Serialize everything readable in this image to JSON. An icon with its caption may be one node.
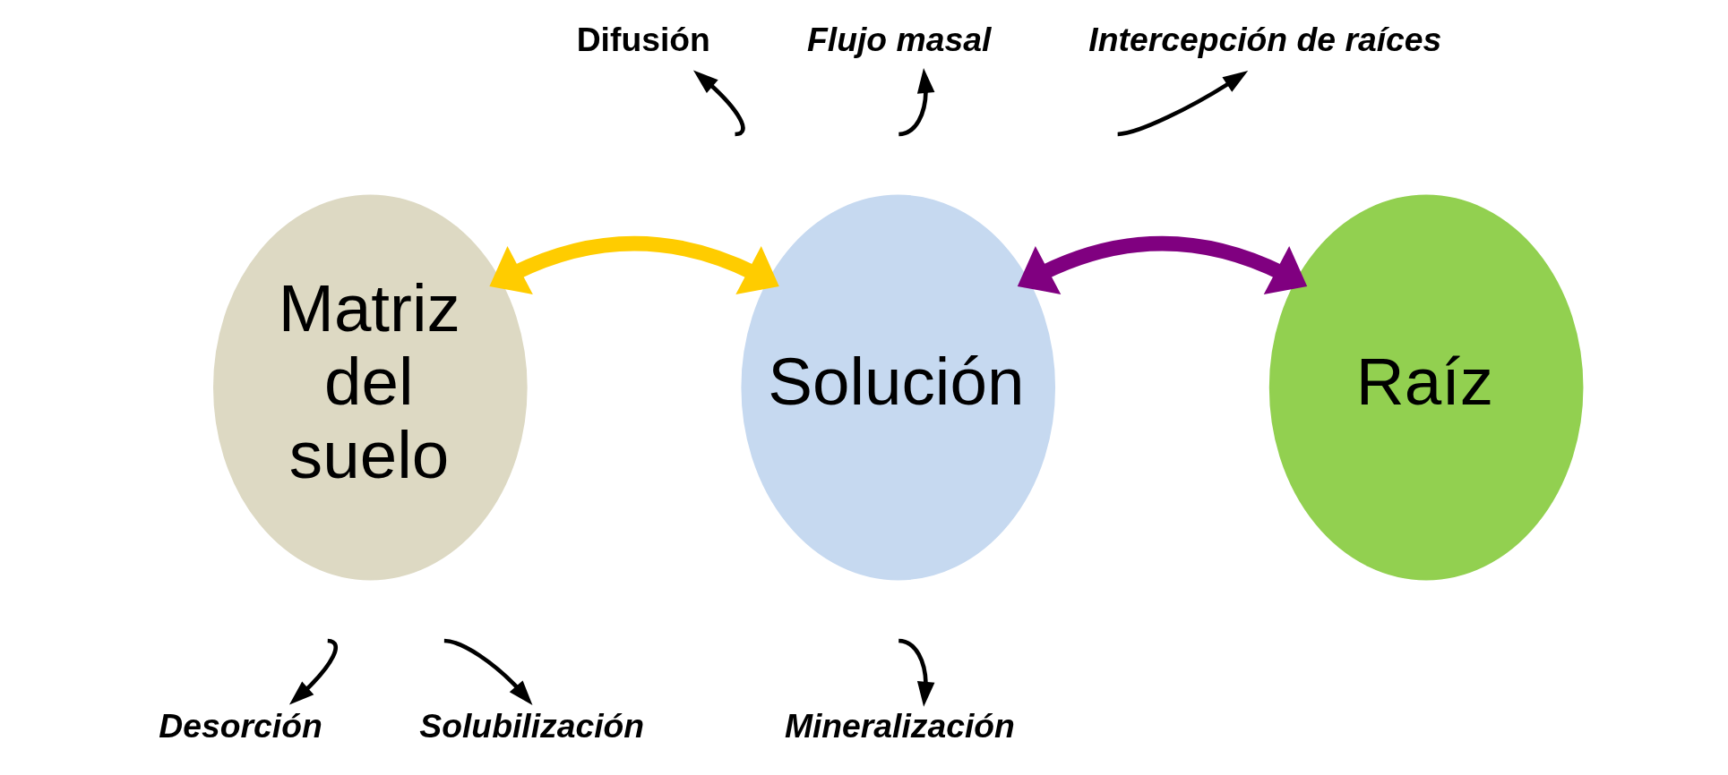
{
  "diagram": {
    "nodes": [
      {
        "text": [
          "Matriz del suelo"
        ]
      },
      {
        "text": [
          "Solución"
        ]
      },
      {
        "text": [
          "Raíz"
        ]
      },
      {
        "text": [
          "Desorción"
        ]
      },
      {
        "text": [
          "Solubilización"
        ]
      },
      {
        "text": [
          "Mineralización"
        ]
      },
      {
        "text": [
          "Difusión"
        ]
      },
      {
        "text": [
          "Flujo masal"
        ]
      },
      {
        "text": [
          "Intercepción de raíces"
        ]
      }
    ],
    "edges": [
      {
        "from": 0,
        "to": 1,
        "arrow": "both",
        "style": "thick",
        "color": "#ffcc00"
      },
      {
        "from": 1,
        "to": 2,
        "arrow": "both",
        "style": "thick",
        "color": "#800080"
      },
      {
        "from": null,
        "to": 3,
        "arrow": "to"
      },
      {
        "from": null,
        "to": 4,
        "arrow": "to"
      },
      {
        "from": null,
        "to": 5,
        "arrow": "to"
      },
      {
        "from": null,
        "to": 6,
        "arrow": "to"
      },
      {
        "from": null,
        "to": 7,
        "arrow": "to"
      },
      {
        "from": null,
        "to": 8,
        "arrow": "to"
      }
    ]
  }
}
